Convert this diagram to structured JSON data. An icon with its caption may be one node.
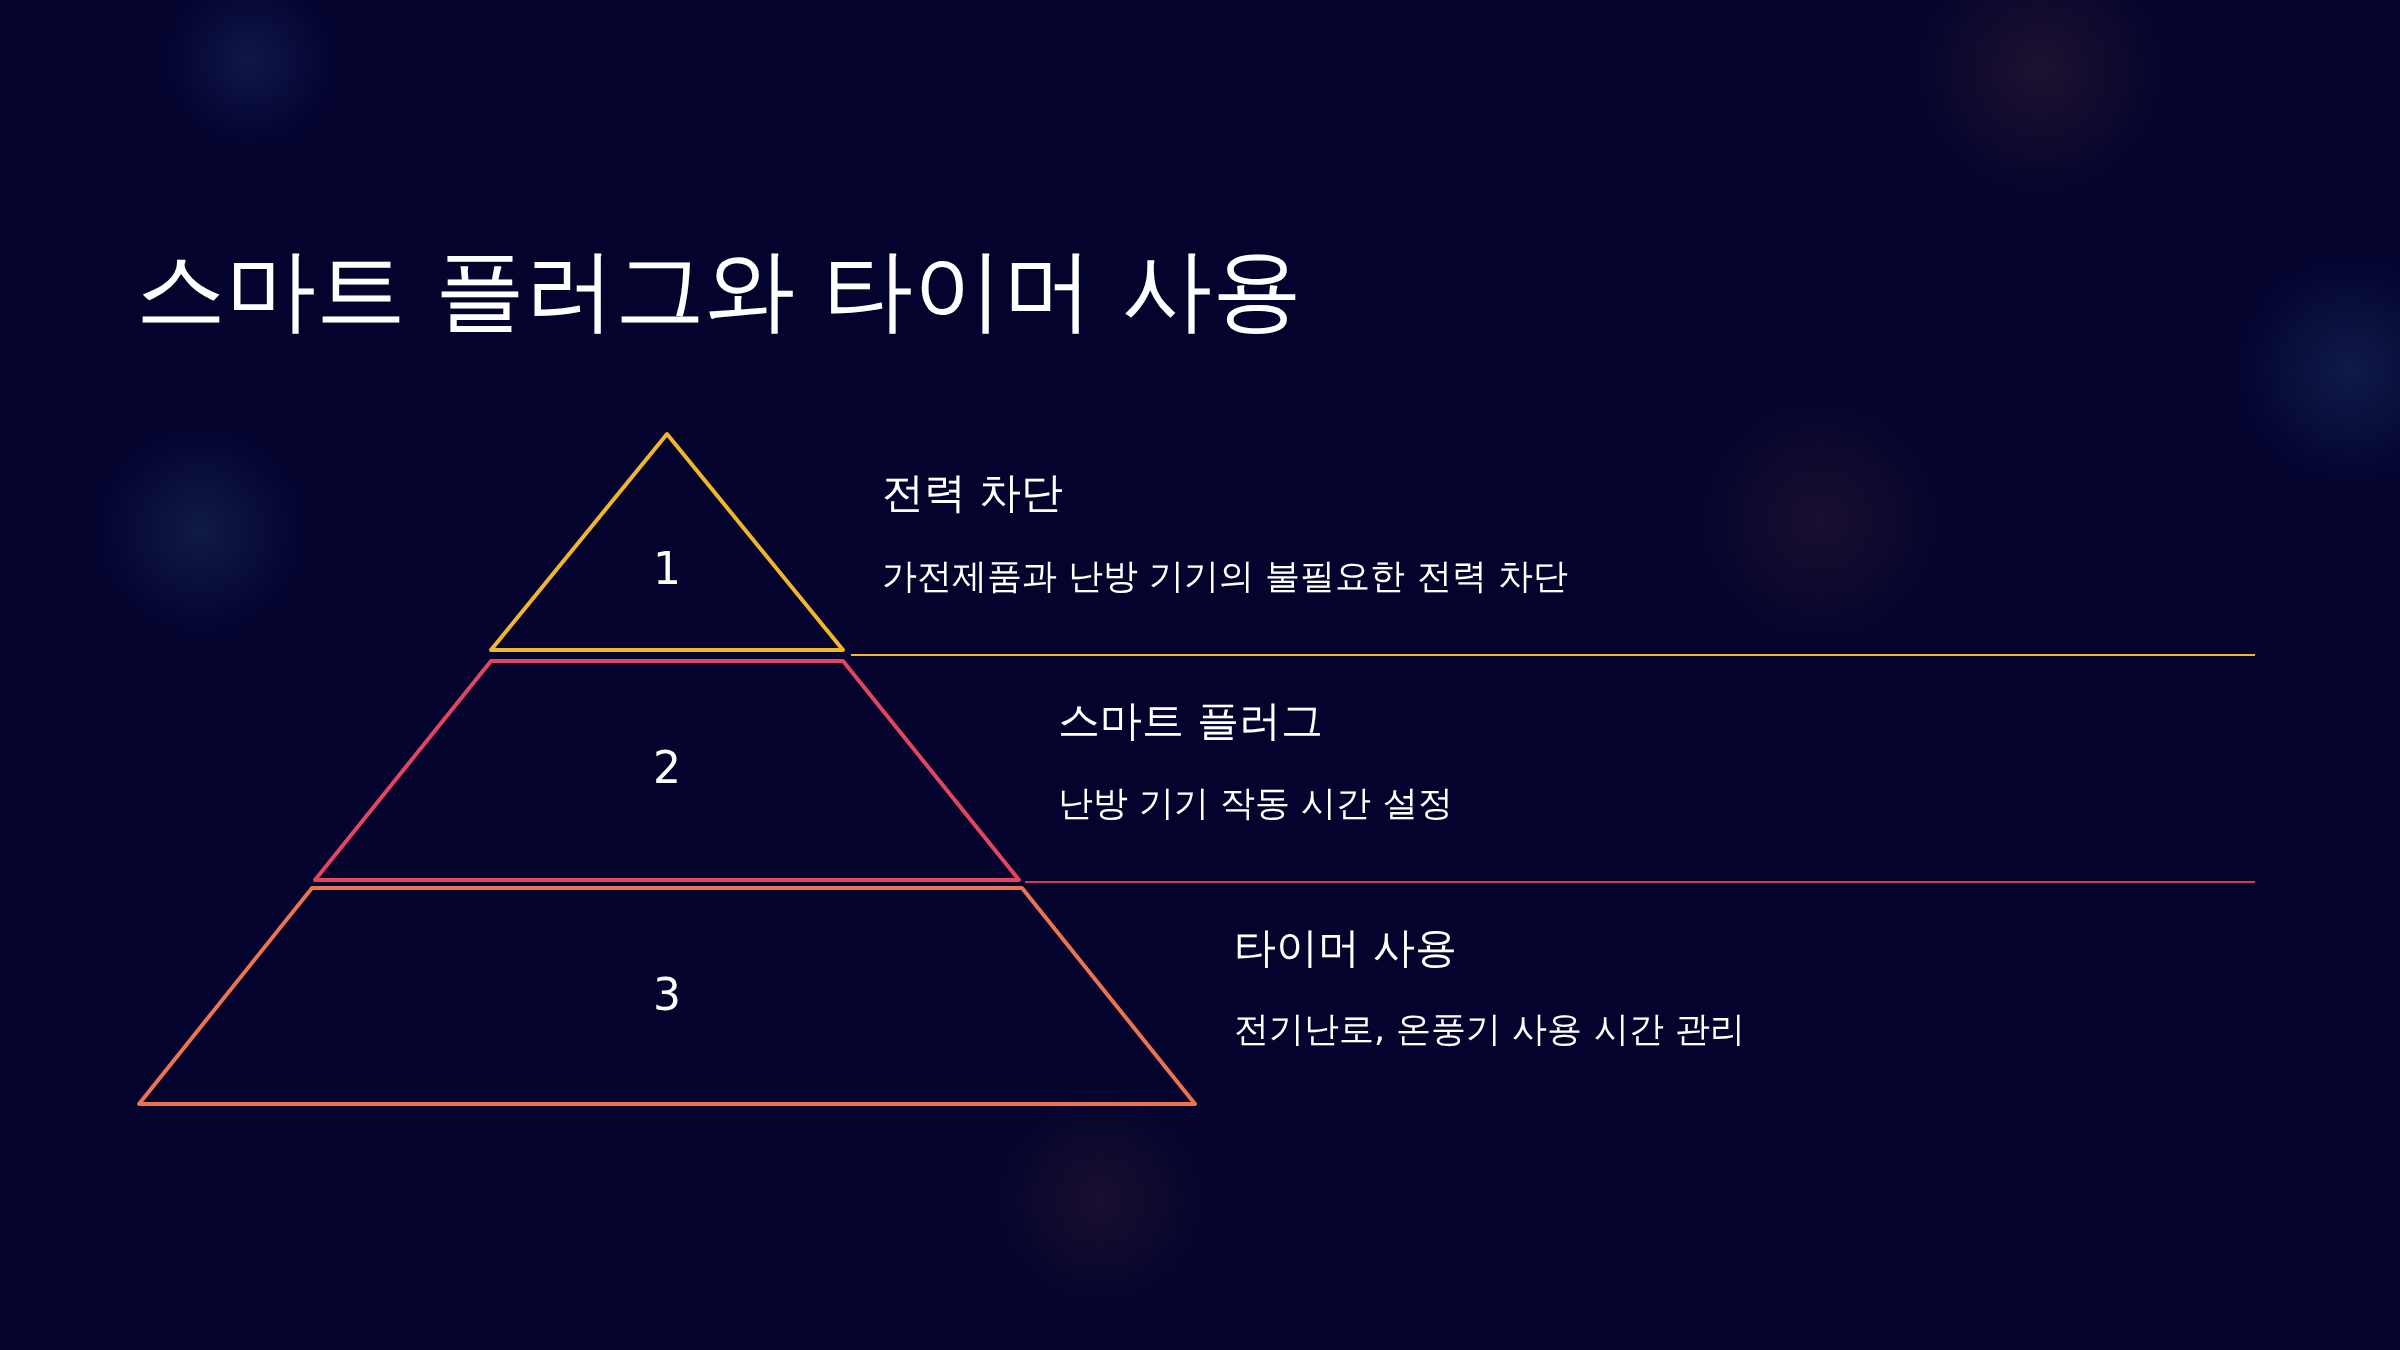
{
  "diagram": {
    "title": "스마트 플러그와 타이머 사용",
    "nodes": [
      {
        "text": [
          "1"
        ],
        "beside": [
          "전력 차단",
          "가전제품과 난방 기기의 불필요한 전력 차단"
        ]
      },
      {
        "text": [
          "2"
        ],
        "beside": [
          "스마트 플러그",
          "난방 기기 작동 시간 설정"
        ]
      },
      {
        "text": [
          "3"
        ],
        "beside": [
          "타이머 사용",
          "전기난로, 온풍기 사용 시간 관리"
        ]
      }
    ]
  }
}
